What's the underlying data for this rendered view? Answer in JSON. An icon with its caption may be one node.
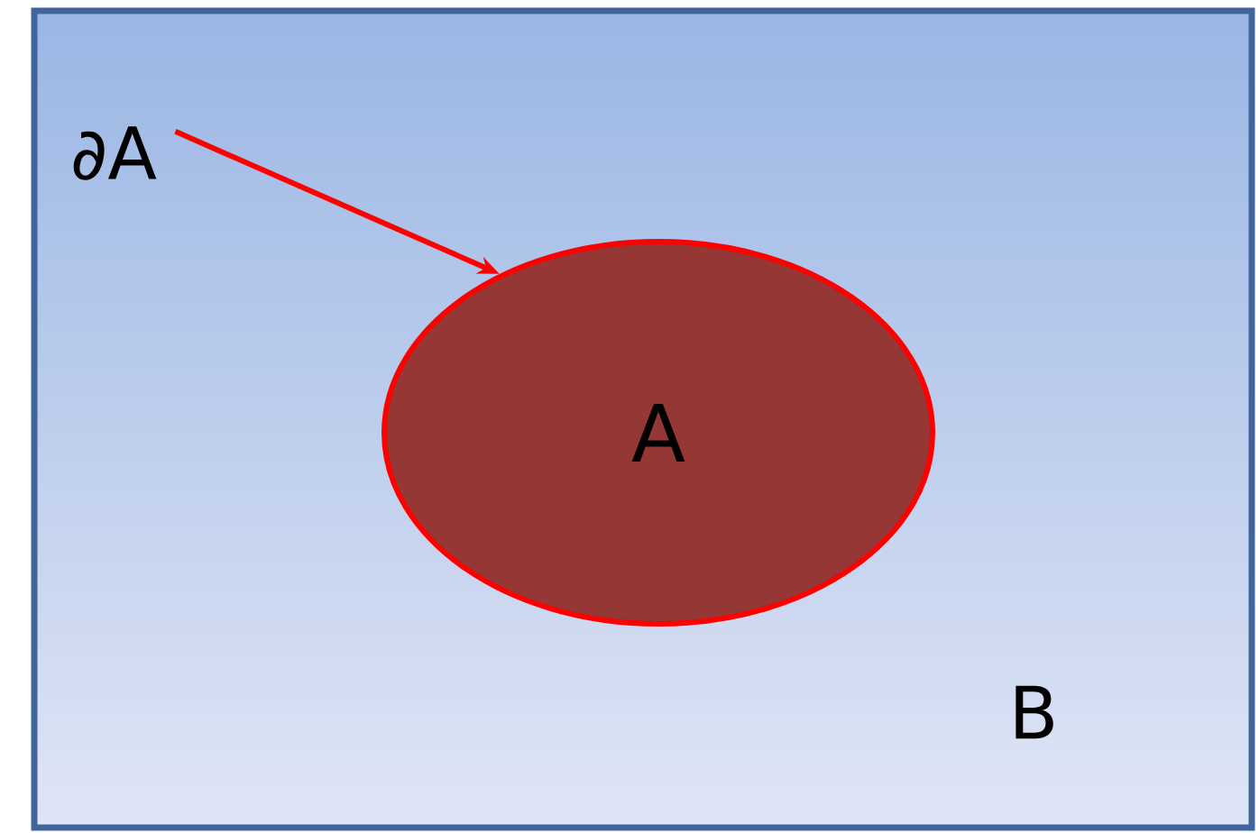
{
  "diagram": {
    "nodes": [
      {
        "text": [
          "B"
        ]
      },
      {
        "text": [
          "A"
        ],
        "in": 0
      },
      {
        "text": [
          "∂A"
        ],
        "in": 0
      }
    ],
    "edges": [
      {
        "from": 2,
        "to": 1,
        "arrow": "to",
        "color": "#ff0000"
      }
    ]
  }
}
